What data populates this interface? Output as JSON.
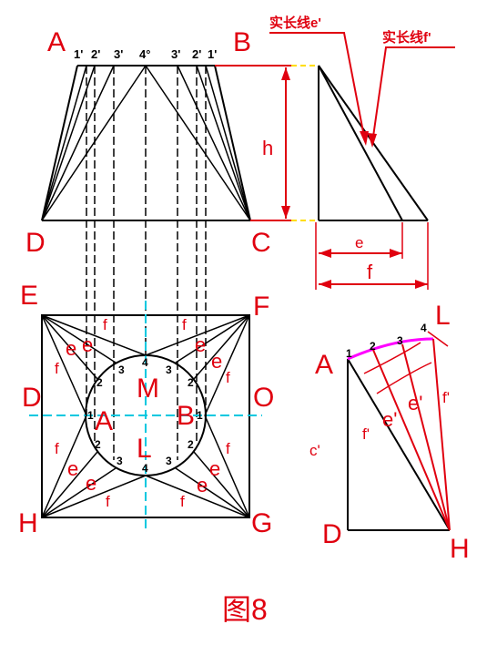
{
  "figure": {
    "caption": "图8",
    "colors": {
      "label": "#e0000f",
      "line": "#000000",
      "centerline": "#00c8e0",
      "extension": "#ffdd00",
      "arc": "#ff00ff"
    }
  },
  "front_view": {
    "corner_labels": {
      "a": "A",
      "b": "B",
      "c": "C",
      "d": "D"
    },
    "top_numbers": [
      "1'",
      "2'",
      "3'",
      "4°",
      "3'",
      "2'",
      "1'"
    ]
  },
  "side_view": {
    "height_label": "h",
    "dim_e": "e",
    "dim_f": "f",
    "note_e": "实长线e'",
    "note_f": "实长线f'"
  },
  "top_view": {
    "corner_labels": {
      "e": "E",
      "f": "F",
      "d": "D",
      "o": "O",
      "h": "H",
      "g": "G"
    },
    "inner_labels": {
      "a": "A",
      "b": "B",
      "m": "M",
      "l": "L"
    },
    "edge_e": "e",
    "edge_f": "f",
    "point_numbers": [
      "1",
      "2",
      "3",
      "4"
    ]
  },
  "true_length": {
    "labels": {
      "a": "A",
      "l": "L",
      "d": "D",
      "h": "H"
    },
    "numbers": [
      "1",
      "2",
      "3",
      "4"
    ],
    "line_labels": {
      "c": "c'",
      "f": "f'",
      "e": "e'",
      "e2": "e'",
      "f2": "f'"
    }
  }
}
